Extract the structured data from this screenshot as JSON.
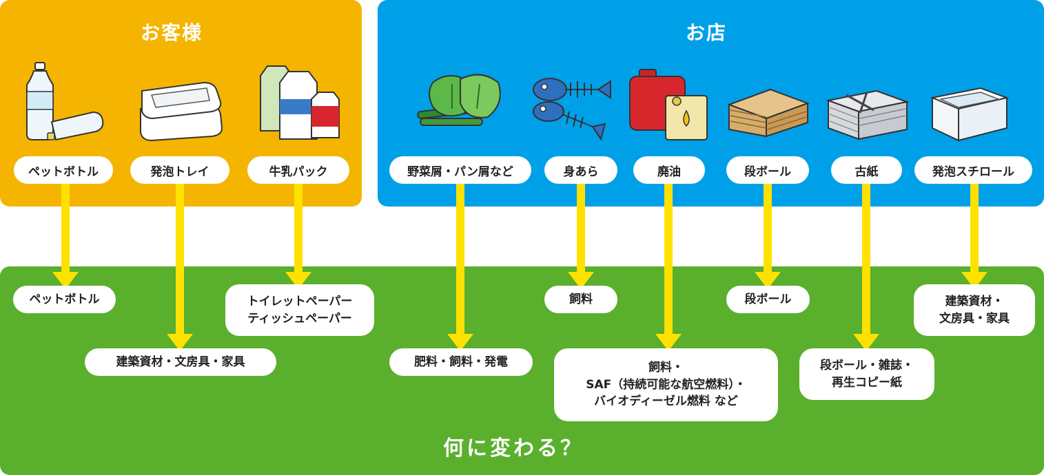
{
  "customer": {
    "title": "お客様",
    "items": [
      {
        "label": "ペットボトル",
        "icon": "pet-bottle-icon"
      },
      {
        "label": "発泡トレイ",
        "icon": "foam-tray-icon"
      },
      {
        "label": "牛乳パック",
        "icon": "milk-carton-icon"
      }
    ]
  },
  "shop": {
    "title": "お店",
    "items": [
      {
        "label": "野菜屑・パン屑など",
        "icon": "vegetable-scraps-icon"
      },
      {
        "label": "身あら",
        "icon": "fish-bones-icon"
      },
      {
        "label": "廃油",
        "icon": "waste-oil-can-icon"
      },
      {
        "label": "段ボール",
        "icon": "cardboard-stack-icon"
      },
      {
        "label": "古紙",
        "icon": "waste-paper-bundle-icon"
      },
      {
        "label": "発泡スチロール",
        "icon": "styrofoam-box-icon"
      }
    ]
  },
  "results": [
    "ペットボトル",
    "建築資材・文房具・家具",
    "トイレットペーパー\nティッシュペーパー",
    "肥料・飼料・発電",
    "飼料",
    "飼料・\nSAF（持続可能な航空燃料）・\nバイオディーゼル燃料 など",
    "段ボール",
    "段ボール・雑誌・\n再生コピー紙",
    "建築資材・\n文房具・家具"
  ],
  "footer": {
    "label": "何に変わる？"
  },
  "colors": {
    "customer_panel": "#f5b400",
    "shop_panel": "#00a0e9",
    "result_panel": "#5aaf2c",
    "arrow": "#ffe100"
  }
}
